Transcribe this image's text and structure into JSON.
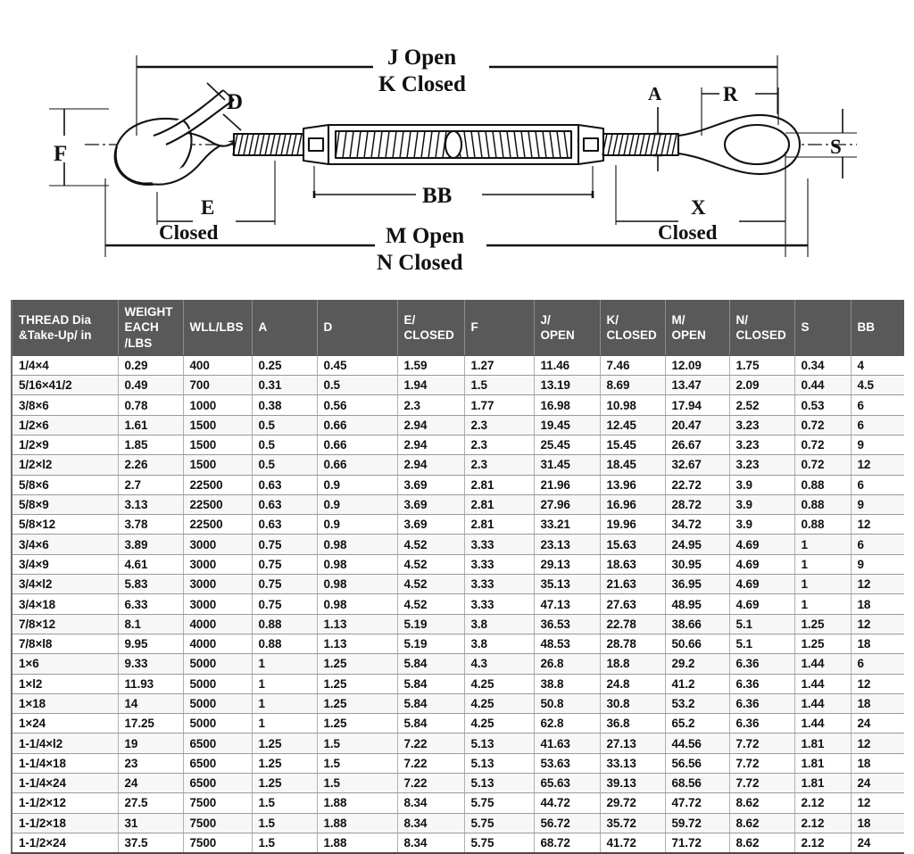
{
  "diagram": {
    "labels": {
      "j_open": "J Open",
      "k_closed": "K Closed",
      "m_open": "M Open",
      "n_closed": "N Closed",
      "e_letter": "E",
      "e_closed": "Closed",
      "x_letter": "X",
      "x_closed": "Closed",
      "bb": "BB",
      "f": "F",
      "d": "D",
      "a": "A",
      "r": "R",
      "s": "S"
    }
  },
  "table": {
    "columns": [
      {
        "line1": "THREAD Dia",
        "line2": "&Take-Up/ in"
      },
      {
        "line1": "WEIGHT EACH",
        "line2": "/LBS"
      },
      {
        "line1": "WLL/LBS",
        "line2": ""
      },
      {
        "line1": "A",
        "line2": ""
      },
      {
        "line1": "D",
        "line2": ""
      },
      {
        "line1": "E/",
        "line2": "CLOSED"
      },
      {
        "line1": "F",
        "line2": ""
      },
      {
        "line1": "J/",
        "line2": "OPEN"
      },
      {
        "line1": "K/",
        "line2": "CLOSED"
      },
      {
        "line1": "M/",
        "line2": "OPEN"
      },
      {
        "line1": "N/",
        "line2": "CLOSED"
      },
      {
        "line1": "S",
        "line2": ""
      },
      {
        "line1": "BB",
        "line2": ""
      }
    ],
    "rows": [
      [
        "1/4×4",
        "0.29",
        "400",
        "0.25",
        "0.45",
        "1.59",
        "1.27",
        "11.46",
        "7.46",
        "12.09",
        "1.75",
        "0.34",
        "4"
      ],
      [
        "5/16×41/2",
        "0.49",
        "700",
        "0.31",
        "0.5",
        "1.94",
        "1.5",
        "13.19",
        "8.69",
        "13.47",
        "2.09",
        "0.44",
        "4.5"
      ],
      [
        "3/8×6",
        "0.78",
        "1000",
        "0.38",
        "0.56",
        "2.3",
        "1.77",
        "16.98",
        "10.98",
        "17.94",
        "2.52",
        "0.53",
        "6"
      ],
      [
        "1/2×6",
        "1.61",
        "1500",
        "0.5",
        "0.66",
        "2.94",
        "2.3",
        "19.45",
        "12.45",
        "20.47",
        "3.23",
        "0.72",
        "6"
      ],
      [
        "1/2×9",
        "1.85",
        "1500",
        "0.5",
        "0.66",
        "2.94",
        "2.3",
        "25.45",
        "15.45",
        "26.67",
        "3.23",
        "0.72",
        "9"
      ],
      [
        "1/2×l2",
        "2.26",
        "1500",
        "0.5",
        "0.66",
        "2.94",
        "2.3",
        "31.45",
        "18.45",
        "32.67",
        "3.23",
        "0.72",
        "12"
      ],
      [
        "5/8×6",
        "2.7",
        "22500",
        "0.63",
        "0.9",
        "3.69",
        "2.81",
        "21.96",
        "13.96",
        "22.72",
        "3.9",
        "0.88",
        "6"
      ],
      [
        "5/8×9",
        "3.13",
        "22500",
        "0.63",
        "0.9",
        "3.69",
        "2.81",
        "27.96",
        "16.96",
        "28.72",
        "3.9",
        "0.88",
        "9"
      ],
      [
        "5/8×12",
        "3.78",
        "22500",
        "0.63",
        "0.9",
        "3.69",
        "2.81",
        "33.21",
        "19.96",
        "34.72",
        "3.9",
        "0.88",
        "12"
      ],
      [
        "3/4×6",
        "3.89",
        "3000",
        "0.75",
        "0.98",
        "4.52",
        "3.33",
        "23.13",
        "15.63",
        "24.95",
        "4.69",
        "1",
        "6"
      ],
      [
        "3/4×9",
        "4.61",
        "3000",
        "0.75",
        "0.98",
        "4.52",
        "3.33",
        "29.13",
        "18.63",
        "30.95",
        "4.69",
        "1",
        "9"
      ],
      [
        "3/4×l2",
        "5.83",
        "3000",
        "0.75",
        "0.98",
        "4.52",
        "3.33",
        "35.13",
        "21.63",
        "36.95",
        "4.69",
        "1",
        "12"
      ],
      [
        "3/4×18",
        "6.33",
        "3000",
        "0.75",
        "0.98",
        "4.52",
        "3.33",
        "47.13",
        "27.63",
        "48.95",
        "4.69",
        "1",
        "18"
      ],
      [
        "7/8×12",
        "8.1",
        "4000",
        "0.88",
        "1.13",
        "5.19",
        "3.8",
        "36.53",
        "22.78",
        "38.66",
        "5.1",
        "1.25",
        "12"
      ],
      [
        "7/8×l8",
        "9.95",
        "4000",
        "0.88",
        "1.13",
        "5.19",
        "3.8",
        "48.53",
        "28.78",
        "50.66",
        "5.1",
        "1.25",
        "18"
      ],
      [
        "1×6",
        "9.33",
        "5000",
        "1",
        "1.25",
        "5.84",
        "4.3",
        "26.8",
        "18.8",
        "29.2",
        "6.36",
        "1.44",
        "6"
      ],
      [
        "1×l2",
        "11.93",
        "5000",
        "1",
        "1.25",
        "5.84",
        "4.25",
        "38.8",
        "24.8",
        "41.2",
        "6.36",
        "1.44",
        "12"
      ],
      [
        "1×18",
        "14",
        "5000",
        "1",
        "1.25",
        "5.84",
        "4.25",
        "50.8",
        "30.8",
        "53.2",
        "6.36",
        "1.44",
        "18"
      ],
      [
        "1×24",
        "17.25",
        "5000",
        "1",
        "1.25",
        "5.84",
        "4.25",
        "62.8",
        "36.8",
        "65.2",
        "6.36",
        "1.44",
        "24"
      ],
      [
        "1-1/4×l2",
        "19",
        "6500",
        "1.25",
        "1.5",
        "7.22",
        "5.13",
        "41.63",
        "27.13",
        "44.56",
        "7.72",
        "1.81",
        "12"
      ],
      [
        "1-1/4×18",
        "23",
        "6500",
        "1.25",
        "1.5",
        "7.22",
        "5.13",
        "53.63",
        "33.13",
        "56.56",
        "7.72",
        "1.81",
        "18"
      ],
      [
        "1-1/4×24",
        "24",
        "6500",
        "1.25",
        "1.5",
        "7.22",
        "5.13",
        "65.63",
        "39.13",
        "68.56",
        "7.72",
        "1.81",
        "24"
      ],
      [
        "1-1/2×12",
        "27.5",
        "7500",
        "1.5",
        "1.88",
        "8.34",
        "5.75",
        "44.72",
        "29.72",
        "47.72",
        "8.62",
        "2.12",
        "12"
      ],
      [
        "1-1/2×18",
        "31",
        "7500",
        "1.5",
        "1.88",
        "8.34",
        "5.75",
        "56.72",
        "35.72",
        "59.72",
        "8.62",
        "2.12",
        "18"
      ],
      [
        "1-1/2×24",
        "37.5",
        "7500",
        "1.5",
        "1.88",
        "8.34",
        "5.75",
        "68.72",
        "41.72",
        "71.72",
        "8.62",
        "2.12",
        "24"
      ]
    ]
  },
  "colors": {
    "header_bg": "#595959",
    "header_text": "#ffffff",
    "body_text": "#111111",
    "grid": "#9a9a9a",
    "page_bg": "#ffffff"
  }
}
